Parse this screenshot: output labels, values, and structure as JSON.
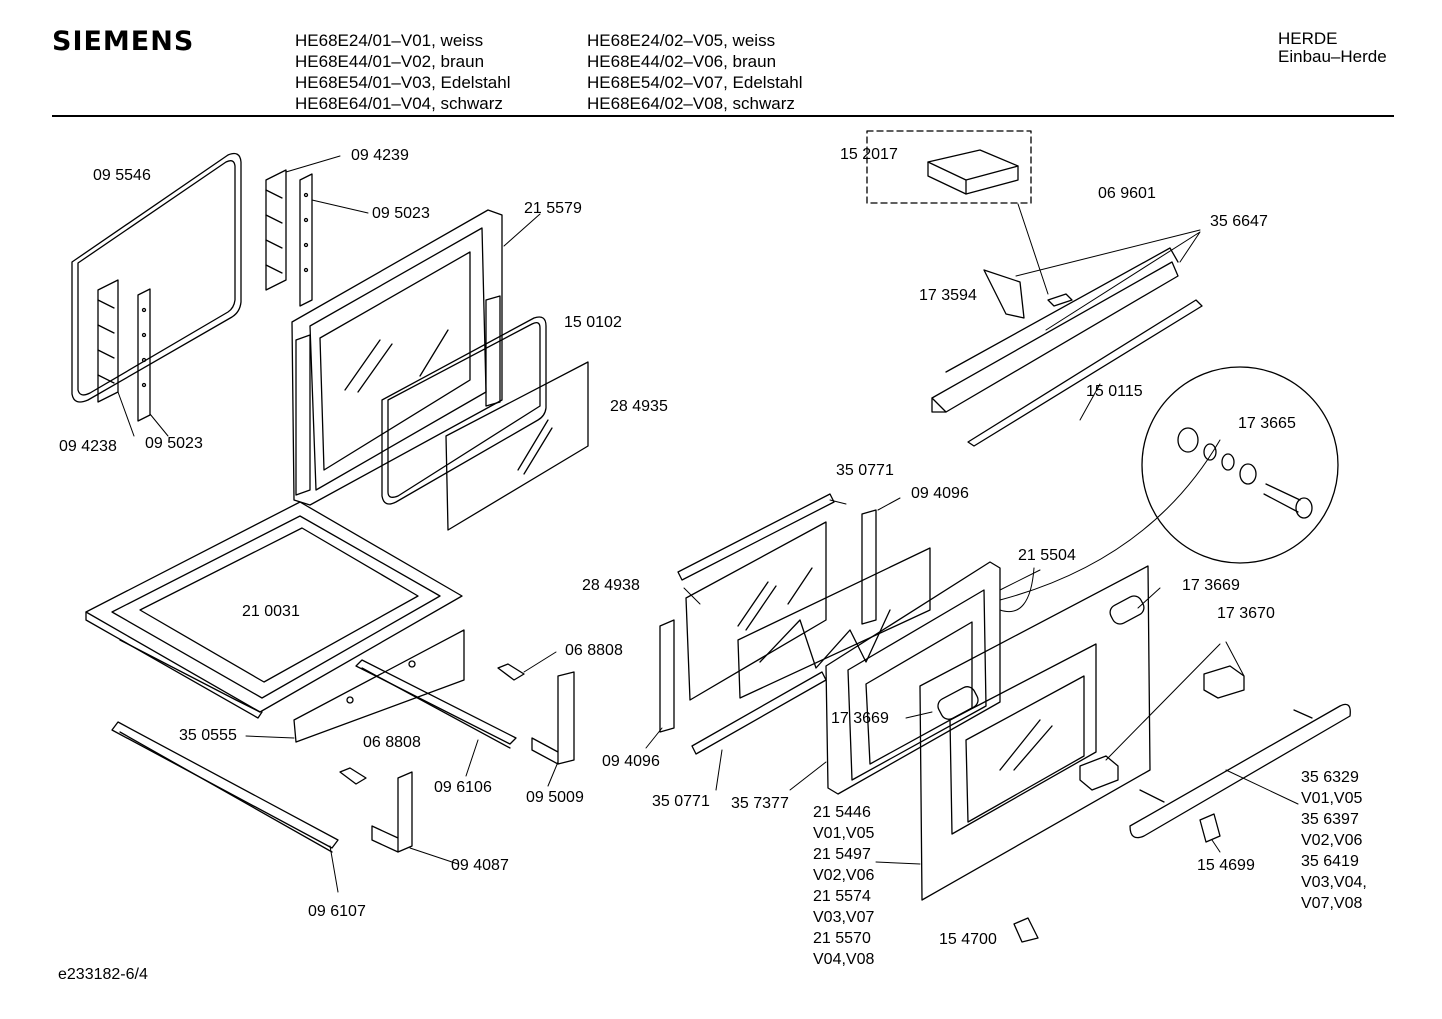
{
  "header": {
    "brand": "SIEMENS",
    "models_col1": [
      "HE68E24/01–V01, weiss",
      "HE68E44/01–V02, braun",
      "HE68E54/01–V03, Edelstahl",
      "HE68E64/01–V04, schwarz"
    ],
    "models_col2": [
      "HE68E24/02–V05, weiss",
      "HE68E44/02–V06, braun",
      "HE68E54/02–V07, Edelstahl",
      "HE68E64/02–V08, schwarz"
    ],
    "category": "HERDE",
    "subcategory": "Einbau–Herde"
  },
  "footer": {
    "doc_id": "e233182-6/4"
  },
  "parts": [
    "09 5546",
    "09 4239",
    "09 5023",
    "21 5579",
    "15 0102",
    "28 4935",
    "09 4238",
    "09 5023",
    "21 0031",
    "06 8808",
    "35 0555",
    "06 8808",
    "09 6106",
    "09 5009",
    "09 4087",
    "09 6107",
    "15 2017",
    "06 9601",
    "35 6647",
    "17 3594",
    "15 0115",
    "17 3665",
    "35 0771",
    "09 4096",
    "28 4938",
    "21 5504",
    "17 3669",
    "17 3670",
    "17 3669",
    "09 4096",
    "35 0771",
    "35 7377",
    "21 5446",
    "V01,V05",
    "21 5497",
    "V02,V06",
    "21 5574",
    "V03,V07",
    "21 5570",
    "V04,V08",
    "35 6329",
    "V01,V05",
    "35 6397",
    "V02,V06",
    "35 6419",
    "V03,V04,",
    "V07,V08",
    "15 4699",
    "15 4700"
  ]
}
